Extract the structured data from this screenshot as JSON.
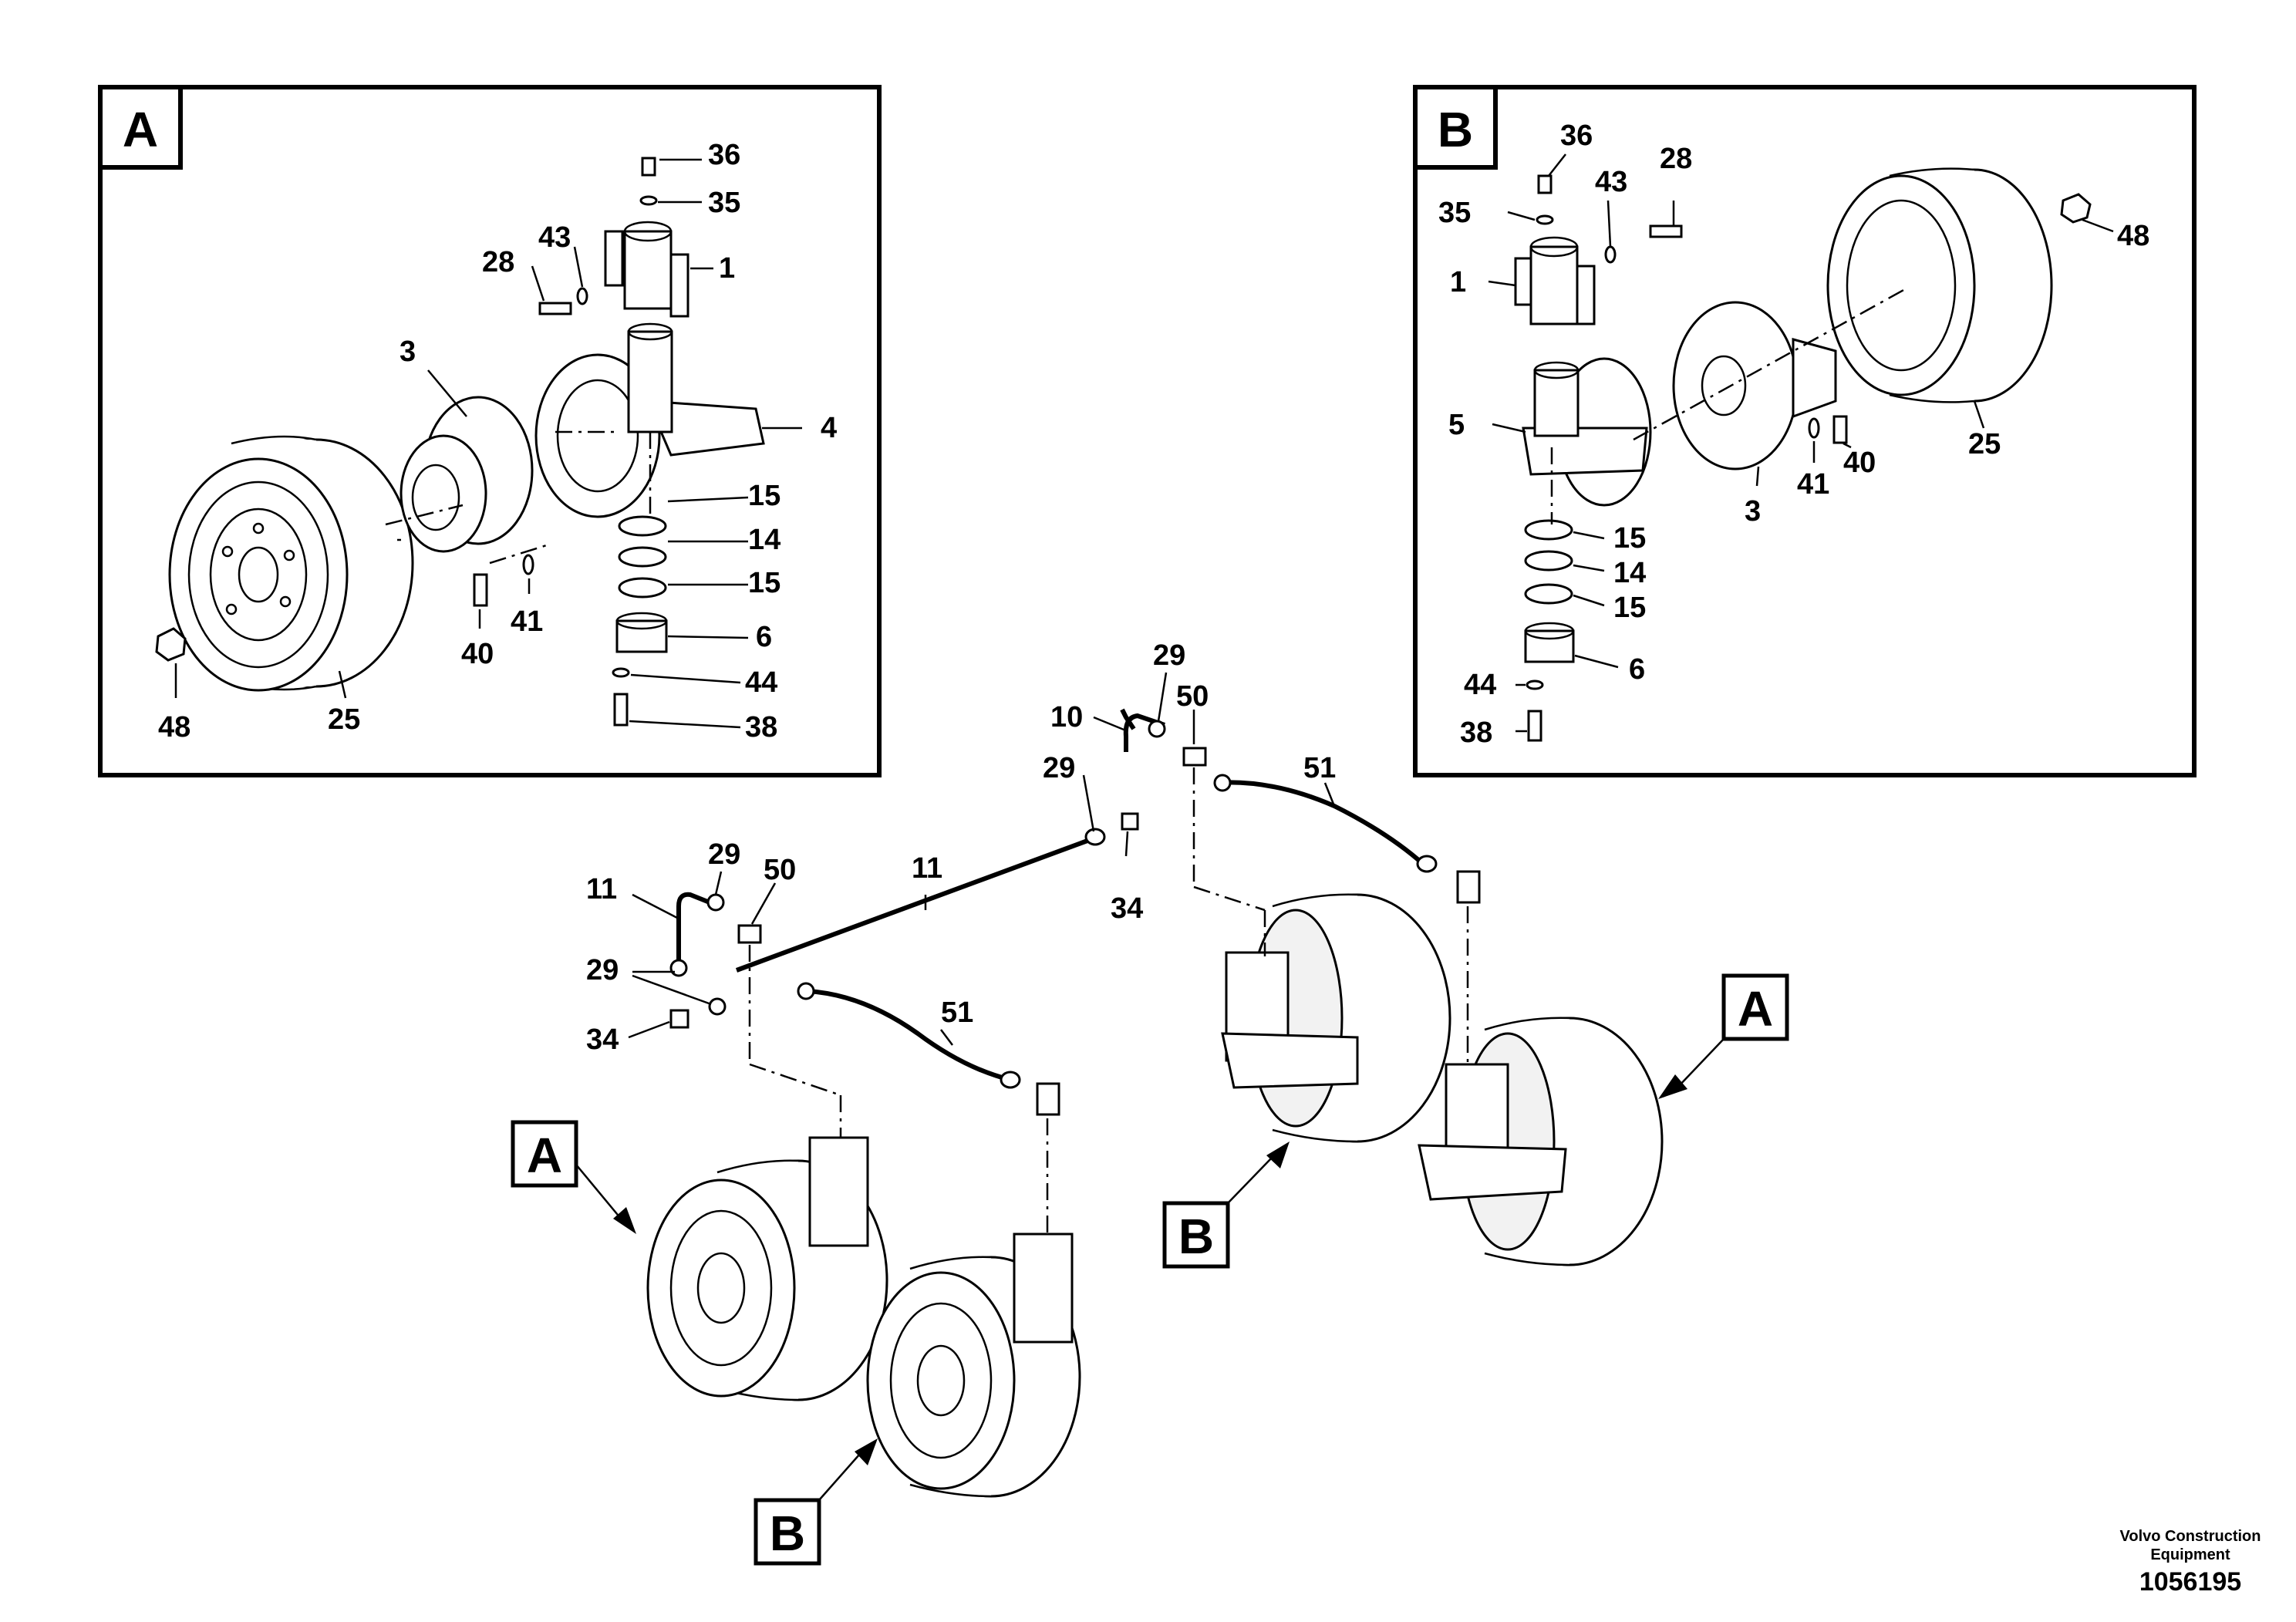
{
  "panels": [
    {
      "letter": "A",
      "labels": [
        "36",
        "35",
        "43",
        "28",
        "1",
        "3",
        "4",
        "15",
        "14",
        "15",
        "6",
        "40",
        "41",
        "44",
        "38",
        "48",
        "25"
      ]
    },
    {
      "letter": "B",
      "labels": [
        "36",
        "43",
        "28",
        "35",
        "1",
        "48",
        "5",
        "25",
        "3",
        "41",
        "40",
        "15",
        "14",
        "15",
        "6",
        "44",
        "38"
      ]
    }
  ],
  "assembly_labels": [
    "29",
    "10",
    "50",
    "51",
    "29",
    "11",
    "34",
    "11",
    "29",
    "50",
    "29",
    "34",
    "51"
  ],
  "callouts": [
    "A",
    "A",
    "B",
    "B"
  ],
  "footer": {
    "company_line1": "Volvo Construction",
    "company_line2": "Equipment",
    "doc_number": "1056195"
  }
}
